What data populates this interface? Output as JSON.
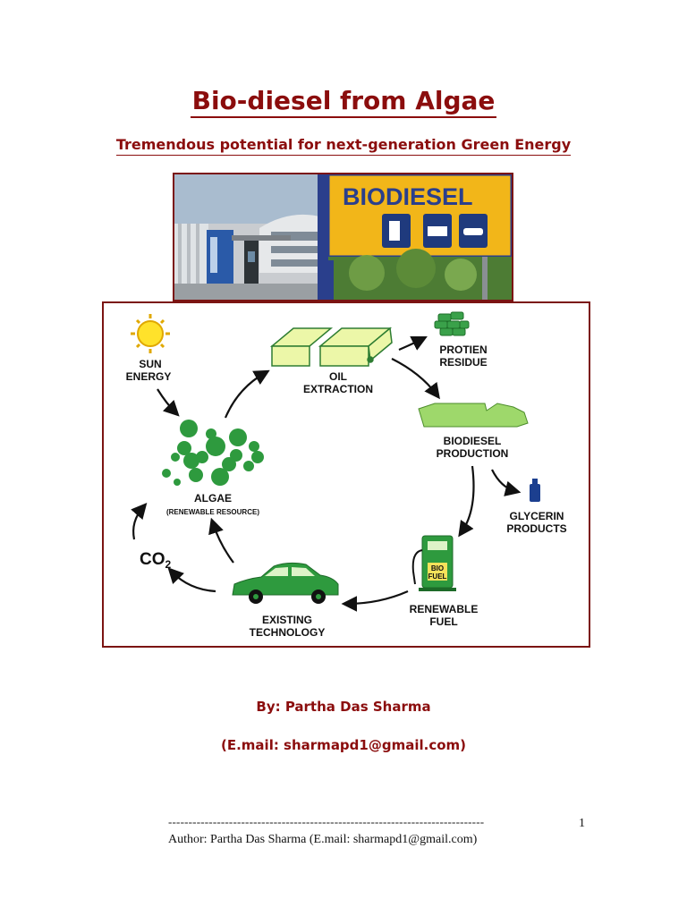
{
  "document": {
    "title": "Bio-diesel from Algae",
    "subtitle": "Tremendous potential for next-generation Green Energy",
    "photo": {
      "sign_text": "BIODIESEL"
    },
    "diagram": {
      "sun_label": [
        "SUN",
        "ENERGY"
      ],
      "oil_label": [
        "OIL",
        "EXTRACTION"
      ],
      "protein_label": [
        "PROTIEN",
        "RESIDUE"
      ],
      "biodiesel_label": [
        "BIODIESEL",
        "PRODUCTION"
      ],
      "glycerin_label": [
        "GLYCERIN",
        "PRODUCTS"
      ],
      "fuel_label": [
        "RENEWABLE",
        "FUEL"
      ],
      "pump_label": [
        "BIO",
        "FUEL"
      ],
      "tech_label": [
        "EXISTING",
        "TECHNOLOGY"
      ],
      "co2_label": "CO",
      "co2_sub": "2",
      "algae_label": "ALGAE",
      "algae_sublabel": "(RENEWABLE RESOURCE)"
    },
    "byline": "By: Partha Das Sharma",
    "email": "(E.mail: sharmapd1@gmail.com)",
    "footer_rule": "------------------------------------------------------------------------------",
    "page_number": "1",
    "footer": "Author: Partha Das Sharma (E.mail: sharmapd1@gmail.com)",
    "colors": {
      "title": "#8b0d0d",
      "frame": "#7b1412",
      "diagram_green": "#2e9a3e",
      "light_green": "#9ed86b",
      "sign_yellow": "#f2b619"
    }
  }
}
